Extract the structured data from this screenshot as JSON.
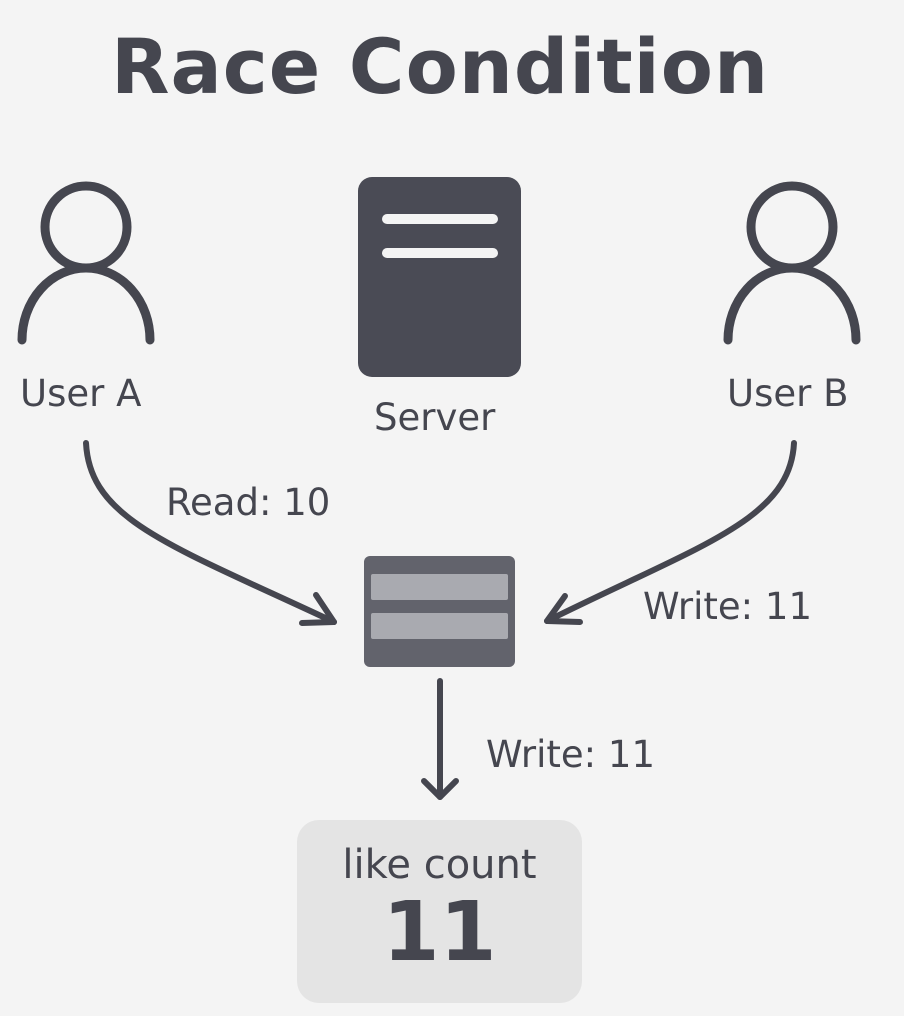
{
  "title": "Race Condition",
  "actors": {
    "user_a": "User A",
    "server": "Server",
    "user_b": "User B"
  },
  "edges": {
    "user_a_to_db": "Read: 10",
    "user_b_to_db": "Write: 11",
    "db_to_count": "Write: 11"
  },
  "result": {
    "label": "like count",
    "value": "11"
  },
  "colors": {
    "background": "#f4f4f4",
    "ink": "#45464f",
    "server_fill": "#4a4b55",
    "db_fill": "#62636c",
    "db_stripe": "#a9aab0",
    "count_box": "#e4e4e4"
  },
  "icons": [
    "user-icon",
    "server-icon",
    "database-icon",
    "arrow-icon"
  ]
}
